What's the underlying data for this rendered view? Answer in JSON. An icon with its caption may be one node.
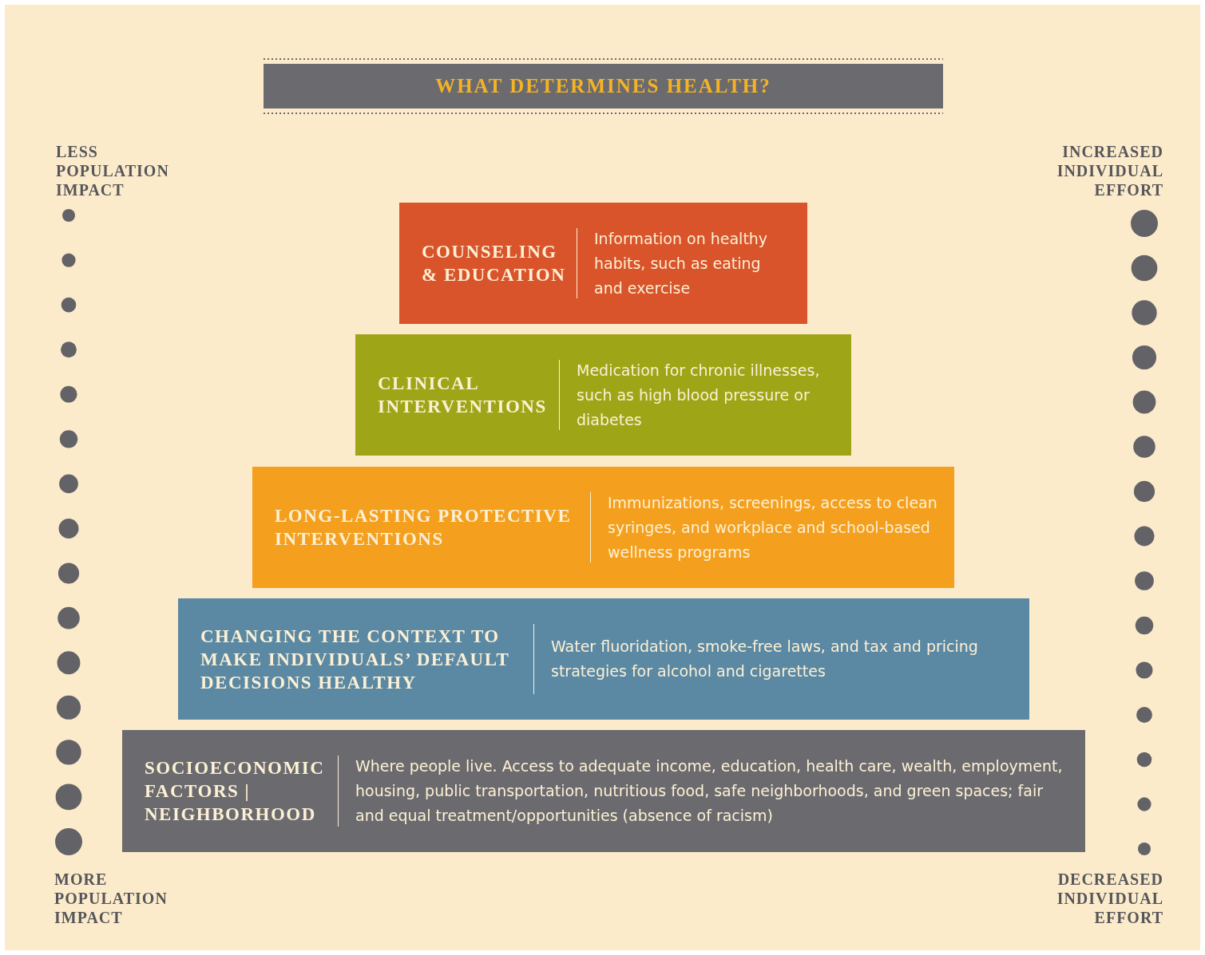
{
  "diagram": {
    "title": "WHAT DETERMINES HEALTH?",
    "nodes": [
      {
        "text": [
          "COUNSELING & EDUCATION",
          "Information on healthy habits, such as eating and exercise"
        ]
      },
      {
        "text": [
          "CLINICAL INTERVENTIONS",
          "Medication for chronic illnesses, such as high blood pressure or diabetes"
        ]
      },
      {
        "text": [
          "LONG-LASTING PROTECTIVE INTERVENTIONS",
          "Immunizations, screenings, access to clean syringes, and workplace and school-based wellness programs"
        ]
      },
      {
        "text": [
          "CHANGING THE CONTEXT TO MAKE INDIVIDUALS’ DEFAULT DECISIONS HEALTHY",
          "Water fluoridation, smoke-free laws, and tax and pricing strategies for alcohol and cigarettes"
        ]
      },
      {
        "text": [
          "SOCIOECONOMIC FACTORS | NEIGHBORHOOD",
          "Where people live. Access to adequate income, education, health care, wealth, employment, housing, public transportation, nutritious food, safe neighborhoods, and green spaces; fair and equal treatment/opportunities (absence of racism)"
        ]
      }
    ],
    "labels": [
      "LESS POPULATION IMPACT",
      "INCREASED INDIVIDUAL EFFORT",
      "MORE POPULATION IMPACT",
      "DECREASED INDIVIDUAL EFFORT"
    ]
  }
}
